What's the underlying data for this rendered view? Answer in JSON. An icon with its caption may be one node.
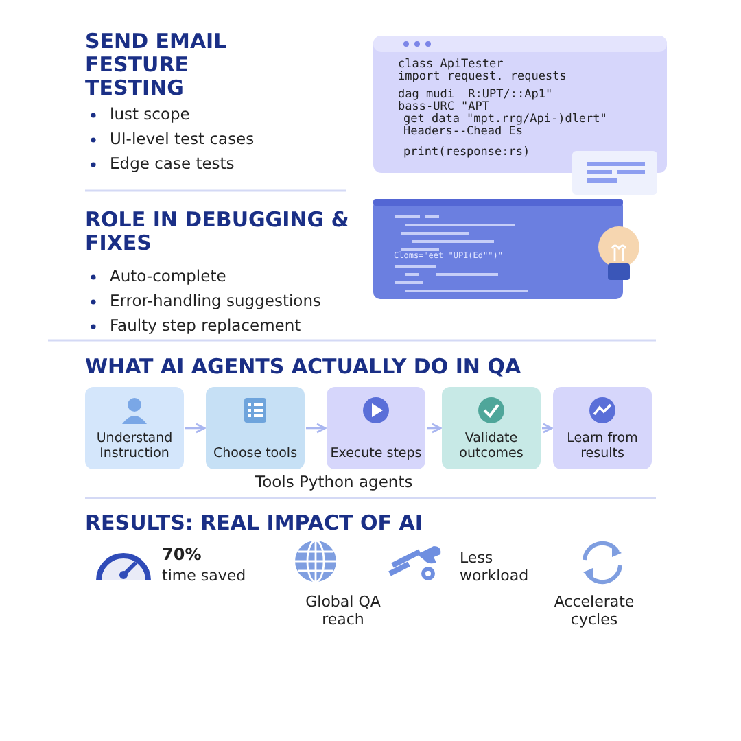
{
  "diagram": {
    "nodes": [
      {
        "text": [
          "Understand Instruction"
        ]
      },
      {
        "text": [
          "Choose tools"
        ]
      },
      {
        "text": [
          "Execute steps"
        ]
      },
      {
        "text": [
          "Validate outcomes"
        ]
      },
      {
        "text": [
          "Learn from results"
        ]
      }
    ],
    "edges": [
      {
        "from": 0,
        "to": 1,
        "arrow": "to"
      },
      {
        "from": 1,
        "to": 2,
        "arrow": "to"
      },
      {
        "from": 2,
        "to": 3,
        "arrow": "to"
      },
      {
        "from": 3,
        "to": 4,
        "arrow": "to"
      }
    ],
    "labels": [
      "SEND EMAIL FESTURE TESTING",
      "lust scope",
      "UI-level test cases",
      "Edge case tests",
      "class ApiTester",
      "import request. requests",
      "dag mudi  R:UPT/::Ap1\"",
      "bass-URC \"APT",
      "get data \"mpt.rrg/Api-)dlert\"",
      "Headers--Chead Es",
      "print(response:rs)",
      "ROLE IN DEBUGGING & FIXES",
      "Auto-complete",
      "Error-handling suggestions",
      "Faulty step replacement",
      "Cloms=\"eet \"UPI(Ed\"\")\"",
      "WHAT AI AGENTS ACTUALLY DO IN QA",
      "Tools Python agents",
      "RESULTS: REAL IMPACT OF AI",
      "70%",
      "time saved",
      "Global QA reach",
      "Less workload",
      "Accelerate cycles"
    ]
  }
}
